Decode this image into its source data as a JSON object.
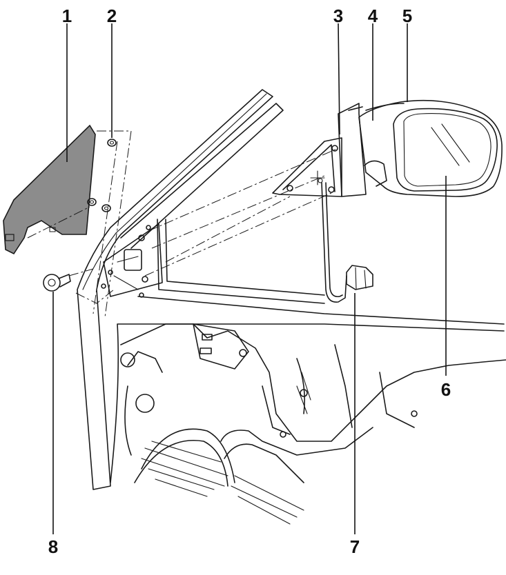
{
  "callouts": [
    {
      "id": "1",
      "label": "1"
    },
    {
      "id": "2",
      "label": "2"
    },
    {
      "id": "3",
      "label": "3"
    },
    {
      "id": "4",
      "label": "4"
    },
    {
      "id": "5",
      "label": "5"
    },
    {
      "id": "6",
      "label": "6"
    },
    {
      "id": "7",
      "label": "7"
    },
    {
      "id": "8",
      "label": "8"
    }
  ],
  "colors": {
    "line": "#1a1a1a",
    "trim_panel_fill": "#8c8c8c",
    "background": "#ffffff"
  }
}
